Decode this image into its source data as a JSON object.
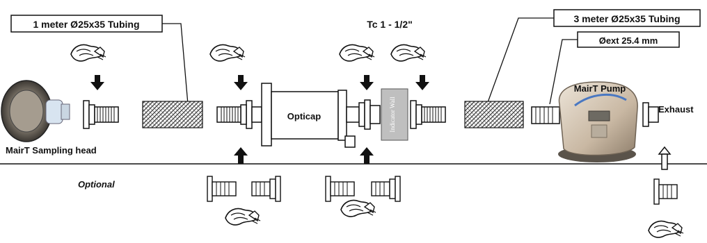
{
  "callouts": {
    "tubing_1m": "1 meter Ø25x35 Tubing",
    "tubing_3m": "3 meter Ø25x35 Tubing",
    "diameter": "Øext 25.4 mm",
    "tc": "Tc 1 - 1/2\""
  },
  "components": {
    "sampling_head": "MairT Sampling head",
    "opticap": "Opticap",
    "pump": "MairT Pump",
    "exhaust": "Exhaust",
    "indicator_wall": "Indicator Wall"
  },
  "optional_label": "Optional",
  "colors": {
    "line": "#111111",
    "hatch": "#333333",
    "pump_body": "#c9b8a3",
    "pump_accent": "#4a78c2",
    "head_metal": "#8b8478"
  }
}
